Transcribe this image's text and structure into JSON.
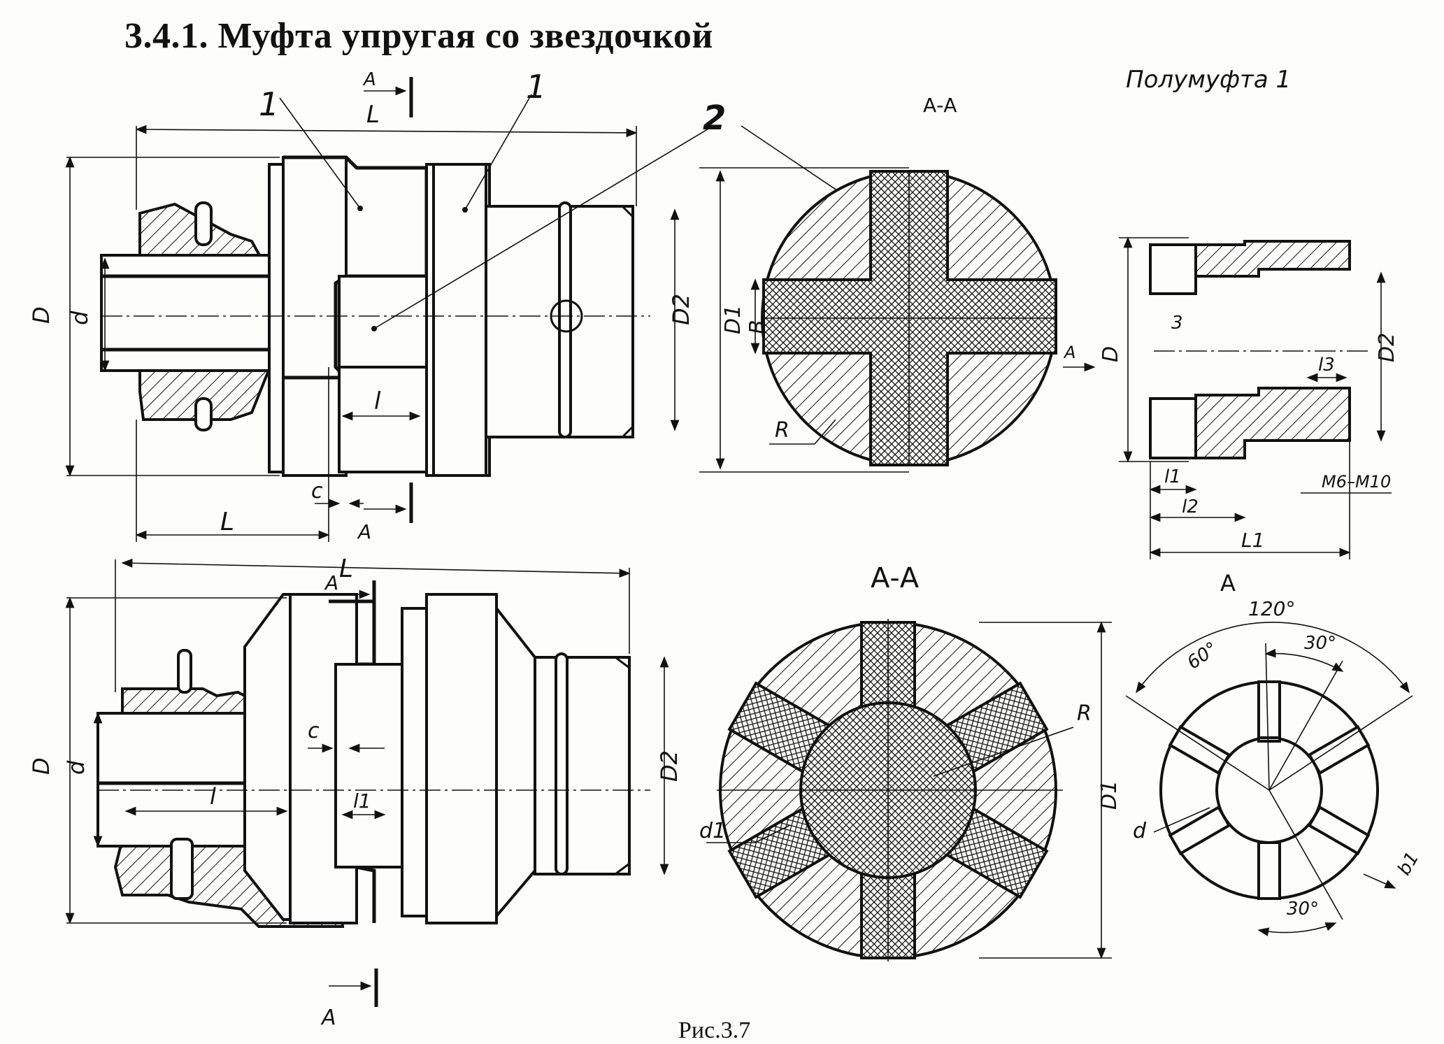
{
  "title": "3.4.1. Муфта упругая со звездочкой",
  "caption": "Рис.3.7",
  "views": {
    "top_section_label": "А-А",
    "half_coupling_label": "Полумуфта 1",
    "bottom_section_label": "А-А",
    "bottom_view_label": "А"
  },
  "callouts": {
    "part1": "1",
    "part2": "2"
  },
  "dimensions": {
    "L": "L",
    "D": "D",
    "d": "d",
    "D1": "D1",
    "D2": "D2",
    "l": "l",
    "l1": "l1",
    "l2": "l2",
    "l3": "l3",
    "L1": "L1",
    "c": "c",
    "B": "B",
    "R": "R",
    "d1": "d1",
    "b1": "b1",
    "three": "3",
    "thread": "M6–M10",
    "section_mark": "A"
  },
  "angles": {
    "a120": "120°",
    "a60": "60°",
    "a30_top": "30°",
    "a30_bottom": "30°"
  }
}
